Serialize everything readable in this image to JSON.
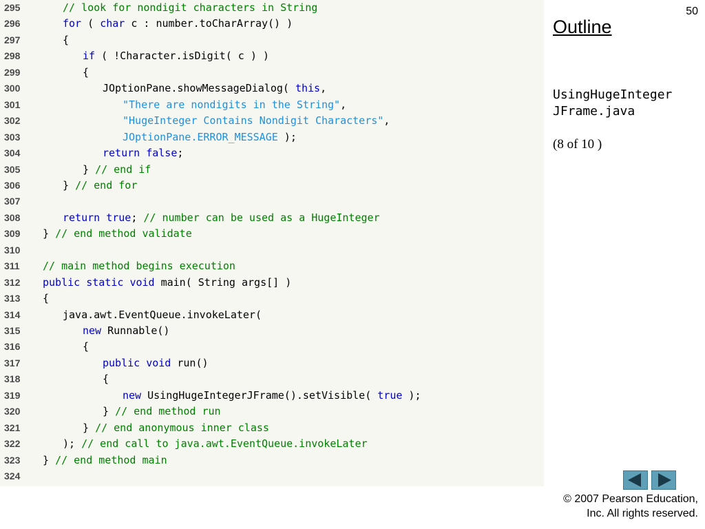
{
  "page_number": "50",
  "sidebar": {
    "outline_label": "Outline",
    "file_line_1": "UsingHugeInteger",
    "file_line_2": "JFrame.java",
    "slide_indicator": "(8 of 10 )"
  },
  "navigation": {
    "prev_icon": "left-arrow-icon",
    "next_icon": "right-arrow-icon",
    "button_color": "#5fa0b8"
  },
  "footer": {
    "copyright_line_1": "© 2007 Pearson Education,",
    "copyright_line_2": "Inc.  All rights reserved."
  },
  "colors": {
    "keyword": "#0000cc",
    "comment": "#008000",
    "string": "#1e90e0",
    "plain": "#000000",
    "panel_background": "#f7f7f2"
  },
  "code_lines": [
    {
      "n": "295",
      "indent": 2,
      "tokens": [
        [
          "cm",
          "// look for nondigit characters in String"
        ]
      ]
    },
    {
      "n": "296",
      "indent": 2,
      "tokens": [
        [
          "kw",
          "for"
        ],
        [
          "pl",
          " ( "
        ],
        [
          "kw",
          "char"
        ],
        [
          "pl",
          " c : number.toCharArray() )"
        ]
      ]
    },
    {
      "n": "297",
      "indent": 2,
      "tokens": [
        [
          "pl",
          "{"
        ]
      ]
    },
    {
      "n": "298",
      "indent": 3,
      "tokens": [
        [
          "kw",
          "if"
        ],
        [
          "pl",
          " ( !Character.isDigit( c ) )"
        ]
      ]
    },
    {
      "n": "299",
      "indent": 3,
      "tokens": [
        [
          "pl",
          "{"
        ]
      ]
    },
    {
      "n": "300",
      "indent": 4,
      "tokens": [
        [
          "pl",
          "JOptionPane.showMessageDialog( "
        ],
        [
          "kw",
          "this"
        ],
        [
          "pl",
          ","
        ]
      ]
    },
    {
      "n": "301",
      "indent": 5,
      "tokens": [
        [
          "st",
          "\"There are nondigits in the String\""
        ],
        [
          "pl",
          ","
        ]
      ]
    },
    {
      "n": "302",
      "indent": 5,
      "tokens": [
        [
          "st",
          "\"HugeInteger Contains Nondigit Characters\""
        ],
        [
          "pl",
          ","
        ]
      ]
    },
    {
      "n": "303",
      "indent": 5,
      "tokens": [
        [
          "st",
          "JOptionPane.ERROR_MESSAGE"
        ],
        [
          "pl",
          " );"
        ]
      ]
    },
    {
      "n": "304",
      "indent": 4,
      "tokens": [
        [
          "kw",
          "return"
        ],
        [
          "pl",
          " "
        ],
        [
          "kw",
          "false"
        ],
        [
          "pl",
          ";"
        ]
      ]
    },
    {
      "n": "305",
      "indent": 3,
      "tokens": [
        [
          "pl",
          "} "
        ],
        [
          "cm",
          "// end if"
        ]
      ]
    },
    {
      "n": "306",
      "indent": 2,
      "tokens": [
        [
          "pl",
          "} "
        ],
        [
          "cm",
          "// end for"
        ]
      ]
    },
    {
      "n": "307",
      "indent": 0,
      "tokens": []
    },
    {
      "n": "308",
      "indent": 2,
      "tokens": [
        [
          "kw",
          "return"
        ],
        [
          "pl",
          " "
        ],
        [
          "kw",
          "true"
        ],
        [
          "pl",
          "; "
        ],
        [
          "cm",
          "// number can be used as a HugeInteger"
        ]
      ]
    },
    {
      "n": "309",
      "indent": 1,
      "tokens": [
        [
          "pl",
          "} "
        ],
        [
          "cm",
          "// end method validate"
        ]
      ]
    },
    {
      "n": "310",
      "indent": 0,
      "tokens": []
    },
    {
      "n": "311",
      "indent": 1,
      "tokens": [
        [
          "cm",
          "// main method begins execution"
        ]
      ]
    },
    {
      "n": "312",
      "indent": 1,
      "tokens": [
        [
          "kw",
          "public"
        ],
        [
          "pl",
          " "
        ],
        [
          "kw",
          "static"
        ],
        [
          "pl",
          " "
        ],
        [
          "kw",
          "void"
        ],
        [
          "pl",
          " main( String args[] )"
        ]
      ]
    },
    {
      "n": "313",
      "indent": 1,
      "tokens": [
        [
          "pl",
          "{"
        ]
      ]
    },
    {
      "n": "314",
      "indent": 2,
      "tokens": [
        [
          "pl",
          "java.awt.EventQueue.invokeLater("
        ]
      ]
    },
    {
      "n": "315",
      "indent": 3,
      "tokens": [
        [
          "kw",
          "new"
        ],
        [
          "pl",
          " Runnable()"
        ]
      ]
    },
    {
      "n": "316",
      "indent": 3,
      "tokens": [
        [
          "pl",
          "{"
        ]
      ]
    },
    {
      "n": "317",
      "indent": 4,
      "tokens": [
        [
          "kw",
          "public"
        ],
        [
          "pl",
          " "
        ],
        [
          "kw",
          "void"
        ],
        [
          "pl",
          " run()"
        ]
      ]
    },
    {
      "n": "318",
      "indent": 4,
      "tokens": [
        [
          "pl",
          "{"
        ]
      ]
    },
    {
      "n": "319",
      "indent": 5,
      "tokens": [
        [
          "kw",
          "new"
        ],
        [
          "pl",
          " UsingHugeIntegerJFrame().setVisible( "
        ],
        [
          "kw",
          "true"
        ],
        [
          "pl",
          " );"
        ]
      ]
    },
    {
      "n": "320",
      "indent": 4,
      "tokens": [
        [
          "pl",
          "} "
        ],
        [
          "cm",
          "// end method run"
        ]
      ]
    },
    {
      "n": "321",
      "indent": 3,
      "tokens": [
        [
          "pl",
          "} "
        ],
        [
          "cm",
          "// end anonymous inner class"
        ]
      ]
    },
    {
      "n": "322",
      "indent": 2,
      "tokens": [
        [
          "pl",
          "); "
        ],
        [
          "cm",
          "// end call to java.awt.EventQueue.invokeLater"
        ]
      ]
    },
    {
      "n": "323",
      "indent": 1,
      "tokens": [
        [
          "pl",
          "} "
        ],
        [
          "cm",
          "// end method main"
        ]
      ]
    },
    {
      "n": "324",
      "indent": 0,
      "tokens": []
    }
  ]
}
